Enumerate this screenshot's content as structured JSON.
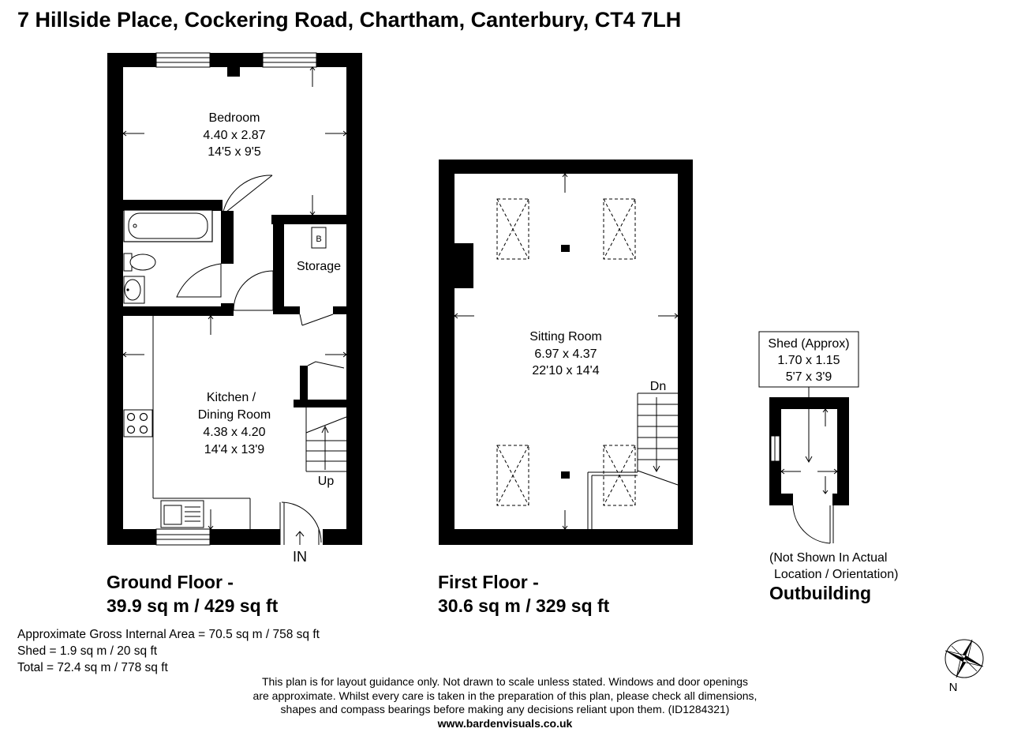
{
  "title": "7 Hillside Place, Cockering Road, Chartham, Canterbury, CT4 7LH",
  "ground_floor": {
    "label_line1": "Ground Floor -",
    "label_line2": "39.9 sq m / 429 sq ft",
    "entrance": "IN",
    "stairs": "Up",
    "rooms": {
      "bedroom": {
        "name": "Bedroom",
        "metric": "4.40 x 2.87",
        "imperial": "14'5 x 9'5"
      },
      "kitchen": {
        "name1": "Kitchen /",
        "name2": "Dining Room",
        "metric": "4.38 x 4.20",
        "imperial": "14'4 x 13'9"
      },
      "storage": {
        "name": "Storage",
        "boiler": "B"
      }
    }
  },
  "first_floor": {
    "label_line1": "First Floor -",
    "label_line2": "30.6 sq m / 329 sq ft",
    "stairs": "Dn",
    "rooms": {
      "sitting": {
        "name": "Sitting Room",
        "metric": "6.97 x 4.37",
        "imperial": "22'10 x 14'4"
      }
    }
  },
  "outbuilding": {
    "shed": {
      "name": "Shed (Approx)",
      "metric": "1.70 x 1.15",
      "imperial": "5'7 x 3'9"
    },
    "note_line1": "(Not Shown In Actual",
    "note_line2": "Location / Orientation)",
    "label": "Outbuilding"
  },
  "areas": {
    "gross": "Approximate Gross Internal Area = 70.5 sq m / 758 sq ft",
    "shed": "Shed = 1.9 sq m / 20 sq ft",
    "total": "Total = 72.4 sq m / 778 sq ft"
  },
  "disclaimer": {
    "line1": "This plan is for layout guidance only. Not drawn to scale unless stated. Windows and door openings",
    "line2": "are approximate. Whilst every care is taken in the preparation of this plan, please check all dimensions,",
    "line3": "shapes and compass bearings before making any decisions reliant upon them. (ID1284321)",
    "website": "www.bardenvisuals.co.uk"
  },
  "compass": {
    "north_label": "N"
  }
}
